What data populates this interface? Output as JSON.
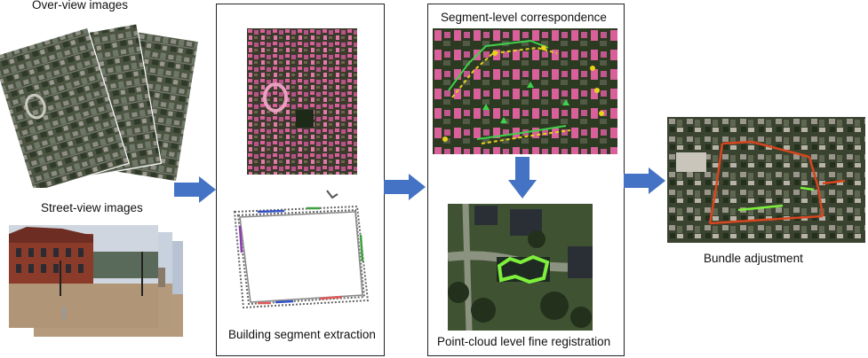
{
  "labels": {
    "overview": "Over-view images",
    "streetview": "Street-view images",
    "extraction": "Building segment extraction",
    "correspondence": "Segment-level correspondence",
    "fine_registration": "Point-cloud level fine registration",
    "bundle_adjustment": "Bundle adjustment"
  },
  "colors": {
    "arrow": "#4472C4",
    "panel_border": "#222222",
    "building_pink": "#d9609a",
    "correspondence_green": "#3fd14a",
    "correspondence_yellow": "#e8d21a",
    "registration_green": "#7ef03c",
    "bundle_red": "#d8451e"
  }
}
